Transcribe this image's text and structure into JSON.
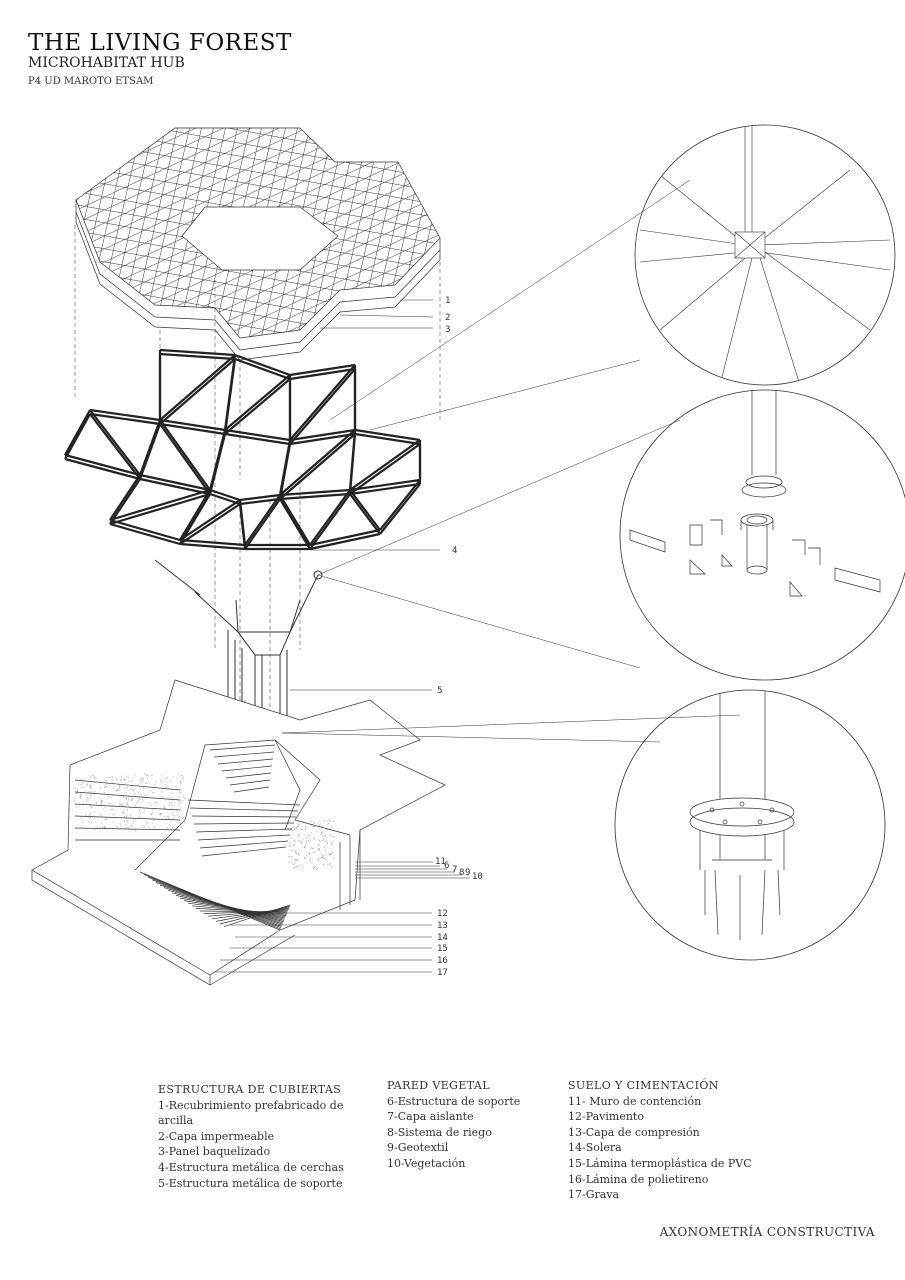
{
  "header": {
    "title": "THE LIVING FOREST",
    "subtitle": "MICROHABITAT HUB",
    "credit": "P4 UD MAROTO ETSAM"
  },
  "callouts": {
    "roof": [
      "1",
      "2",
      "3"
    ],
    "truss": "4",
    "column": "5",
    "wall": [
      "11",
      "6",
      "7",
      "8",
      "9",
      "10"
    ],
    "ground": [
      "12",
      "13",
      "14",
      "15",
      "16",
      "17"
    ]
  },
  "legend": [
    {
      "heading": "ESTRUCTURA DE CUBIERTAS",
      "items": [
        "1-Recubrimiento prefabricado de",
        "arcilla",
        "2-Capa impermeable",
        "3-Panel baquelizado",
        "4-Estructura metálica de cerchas",
        "5-Estructura metálica de soporte"
      ]
    },
    {
      "heading": "PARED VEGETAL",
      "items": [
        "6-Estructura de soporte",
        "7-Capa aislante",
        "8-Sistema de riego",
        "9-Geotextil",
        "10-Vegetación"
      ]
    },
    {
      "heading": "SUELO Y CIMENTACIÓN",
      "items": [
        "11- Muro de contención",
        "12-Pavimento",
        "13-Capa de compresión",
        "14-Solera",
        "15-Lámina termoplástica de PVC",
        "16-Lámina de polietireno",
        "17-Grava"
      ]
    }
  ],
  "footer": "AXONOMETRÍA CONSTRUCTIVA"
}
